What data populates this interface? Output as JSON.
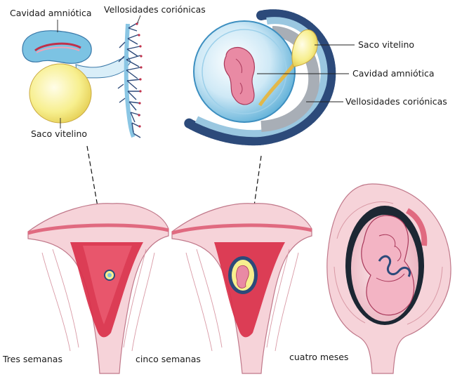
{
  "labels": {
    "top_left_amniotic": "Cavidad amniótica",
    "top_left_villi": "Vellosidades coriónicas",
    "top_left_yolk": "Saco vitelino",
    "top_right_yolk": "Saco vitelino",
    "top_right_amniotic": "Cavidad amniótica",
    "top_right_villi": "Vellosidades coriónicas"
  },
  "stages": [
    {
      "caption": "Tres semanas"
    },
    {
      "caption": "cinco semanas"
    },
    {
      "caption": "cuatro meses"
    }
  ],
  "colors": {
    "amnion_blue": "#7cc3e3",
    "yolk_yellow": "#f7ef8e",
    "uterus_pink": "#f4c7cf",
    "uterus_red": "#d9304a",
    "villi_navy": "#2c4a7a",
    "embryo_pink": "#e98aa4"
  }
}
